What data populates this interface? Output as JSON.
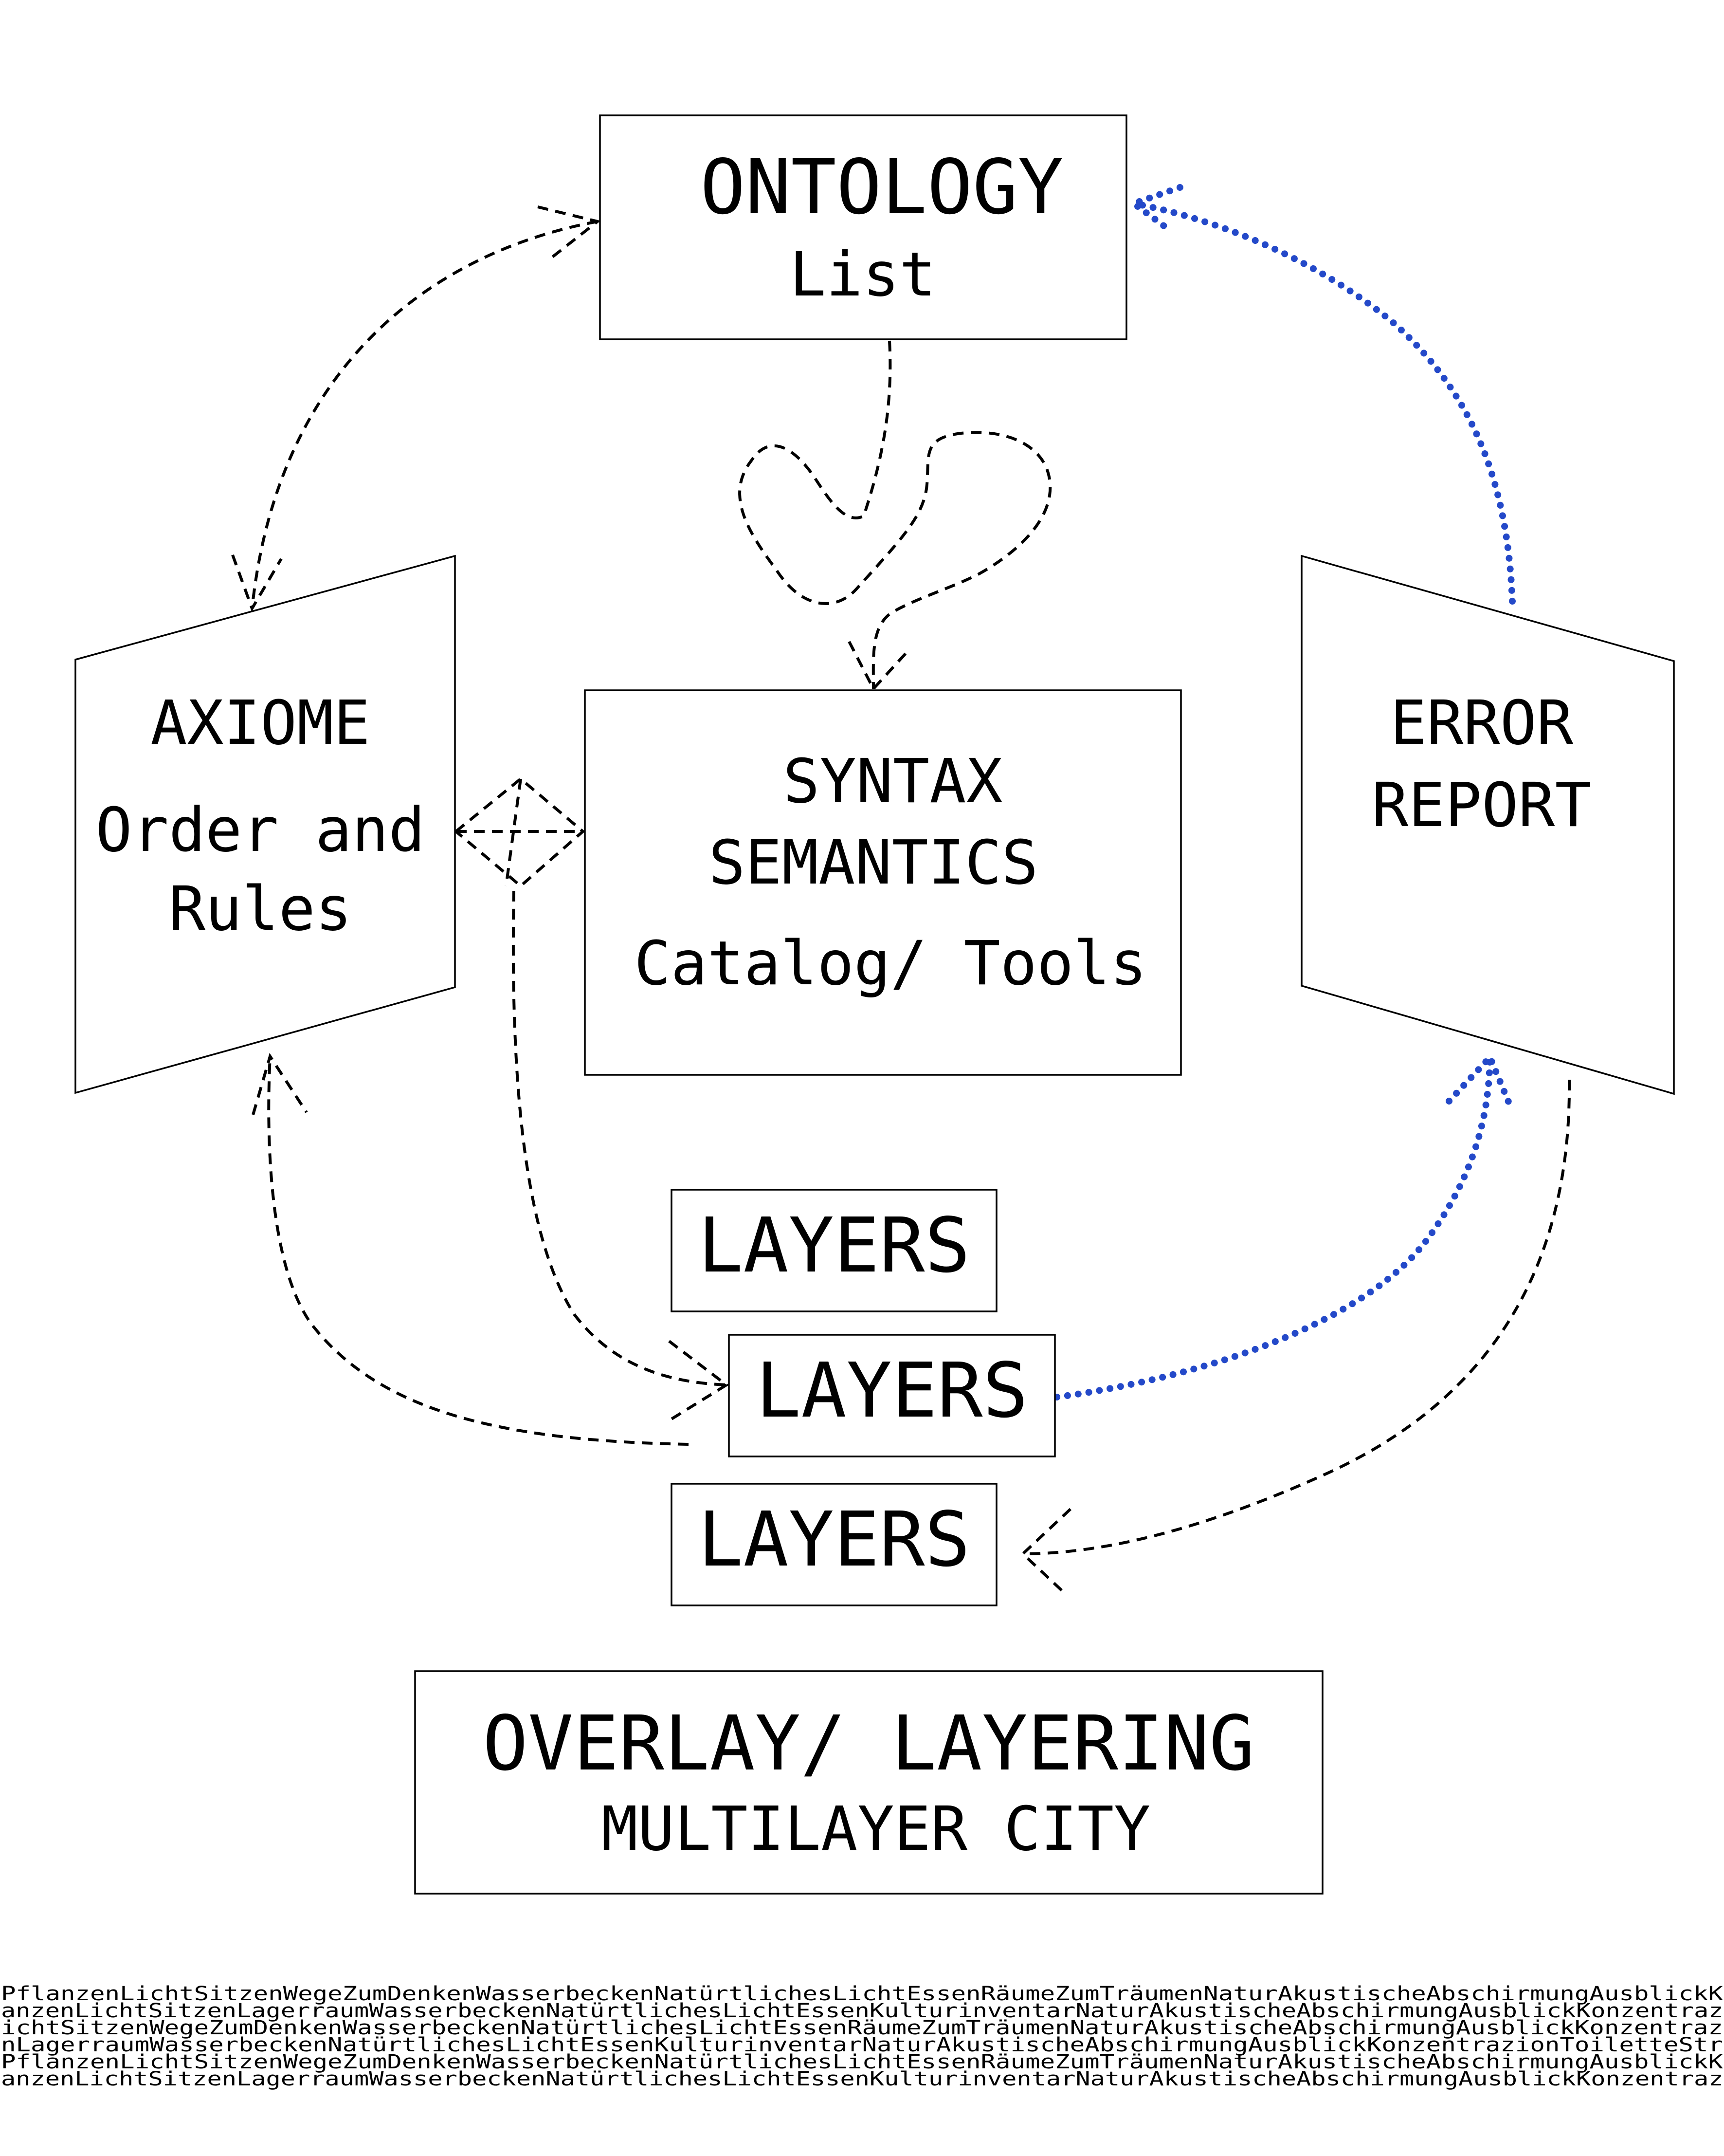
{
  "nodes": {
    "ontology": {
      "title": "ONTOLOGY",
      "subtitle": "List"
    },
    "axiome": {
      "title": "AXIOME",
      "line1": "Order and",
      "line2": "Rules"
    },
    "syntax": {
      "line1": "SYNTAX",
      "line2": "SEMANTICS",
      "line3": "Catalog/ Tools"
    },
    "error": {
      "line1": "ERROR",
      "line2": "REPORT"
    },
    "layers": [
      "LAYERS",
      "LAYERS",
      "LAYERS"
    ],
    "overlay": {
      "title": "OVERLAY/ LAYERING",
      "subtitle": "MULTILAYER CITY"
    }
  },
  "ticker_lines": [
    "PflanzenLichtSitzenWegeZumDenkenWasserbeckenNatürtlichesLichtEssenRäumeZumTräumenNaturAkustischeAbschirmungAusblickKon",
    "anzenLichtSitzenLagerraumWasserbeckenNatürtlichesLichtEssenKulturinventarNaturAkustischeAbschirmungAusblickKonzentrazio",
    "ichtSitzenWegeZumDenkenWasserbeckenNatürtlichesLichtEssenRäumeZumTräumenNaturAkustischeAbschirmungAusblickKonzentrazio",
    "nLagerraumWasserbeckenNatürtlichesLichtEssenKulturinventarNaturAkustischeAbschirmungAusblickKonzentrazionToiletteStrom",
    "PflanzenLichtSitzenWegeZumDenkenWasserbeckenNatürtlichesLichtEssenRäumeZumTräumenNaturAkustischeAbschirmungAusblickKon",
    "anzenLichtSitzenLagerraumWasserbeckenNatürtlichesLichtEssenKulturinventarNaturAkustischeAbschirmungAusblickKonzentrazio"
  ],
  "colors": {
    "line": "#000000",
    "dotted_link": "#2449c9",
    "background": "#ffffff"
  }
}
